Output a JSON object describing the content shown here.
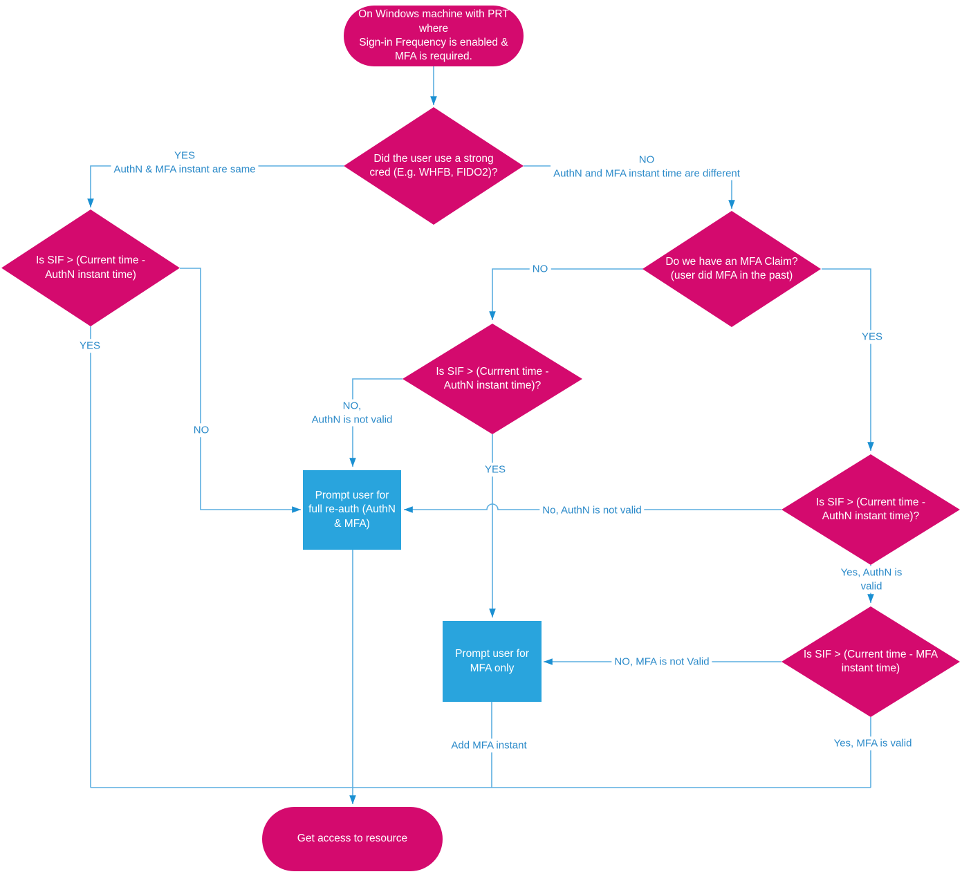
{
  "colors": {
    "node_pink": "#D40A6E",
    "node_blue": "#29A4DD",
    "line_blue": "#5BAEE0",
    "arrow_blue": "#1B90D2",
    "label_blue": "#2B8AC9"
  },
  "nodes": {
    "start": "On Windows machine with PRT\nwhere\nSign-in Frequency is enabled &\nMFA is required.",
    "strong_cred": "Did the user use a strong\ncred (E.g. WHFB, FIDO2)?",
    "sif_left": "Is SIF > (Current time -\nAuthN instant time)",
    "mfa_claim": "Do we have an MFA Claim?\n(user did MFA in the past)",
    "sif_mid": "Is SIF > (Currrent time -\nAuthN instant time)?",
    "sif_right_authn": "Is SIF > (Current time -\nAuthN instant time)?",
    "sif_right_mfa": "Is SIF > (Current time - MFA\ninstant time)",
    "full_reauth": "Prompt user for\nfull re-auth (AuthN\n& MFA)",
    "mfa_only": "Prompt user for\nMFA only",
    "end": "Get access to resource"
  },
  "edge_labels": {
    "yes_same": "YES\nAuthN & MFA instant are same",
    "no_different": "NO\nAuthN and MFA instant time are different",
    "yes_left_long": "YES",
    "no_left": "NO",
    "no_claim": "NO",
    "yes_claim": "YES",
    "no_authn_invalid": "NO,\nAuthN is not valid",
    "yes_mid": "YES",
    "no_authn_not_valid": "No, AuthN is not valid",
    "yes_authn_valid": "Yes, AuthN is valid",
    "no_mfa_not_valid": "NO, MFA is not Valid",
    "yes_mfa_valid": "Yes, MFA is valid",
    "add_mfa_instant": "Add MFA instant"
  }
}
